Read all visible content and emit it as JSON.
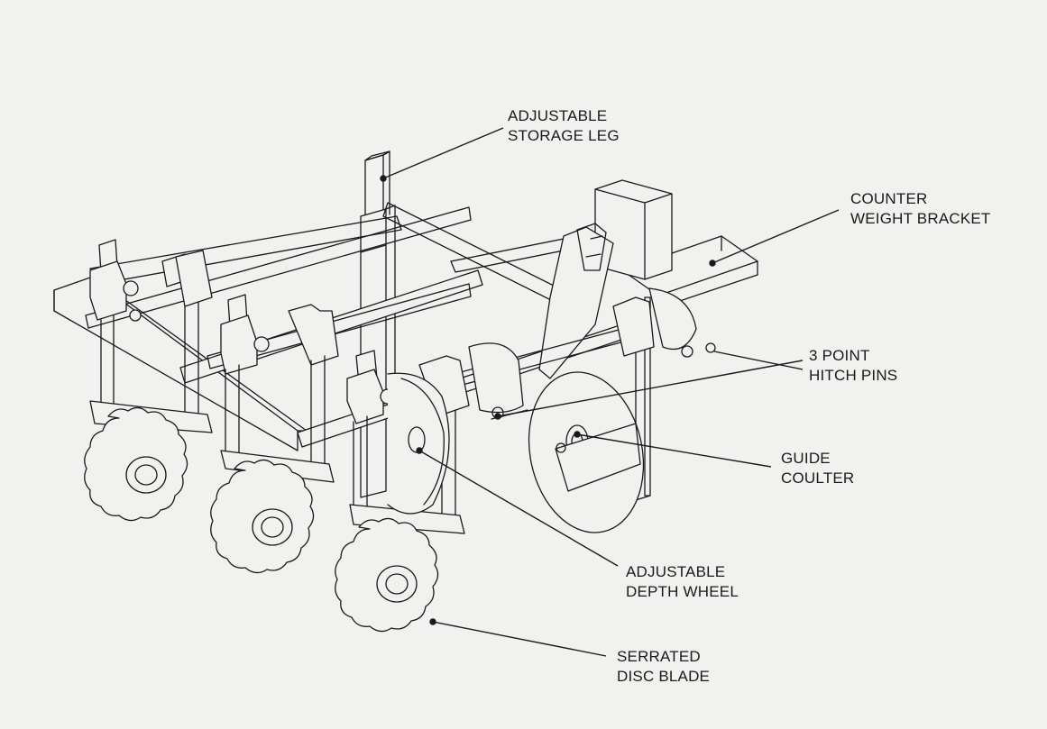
{
  "labels": {
    "storage_leg": {
      "line1": "ADJUSTABLE",
      "line2": "STORAGE LEG"
    },
    "counter_weight": {
      "line1": "COUNTER",
      "line2": "WEIGHT BRACKET"
    },
    "hitch_pins": {
      "line1": "3 POINT",
      "line2": "HITCH PINS"
    },
    "guide_coulter": {
      "line1": "GUIDE",
      "line2": "COULTER"
    },
    "depth_wheel": {
      "line1": "ADJUSTABLE",
      "line2": "DEPTH WHEEL"
    },
    "disc_blade": {
      "line1": "SERRATED",
      "line2": "DISC BLADE"
    }
  },
  "colors": {
    "ink": "#1a1a1a",
    "paper": "#f1f1ef"
  }
}
